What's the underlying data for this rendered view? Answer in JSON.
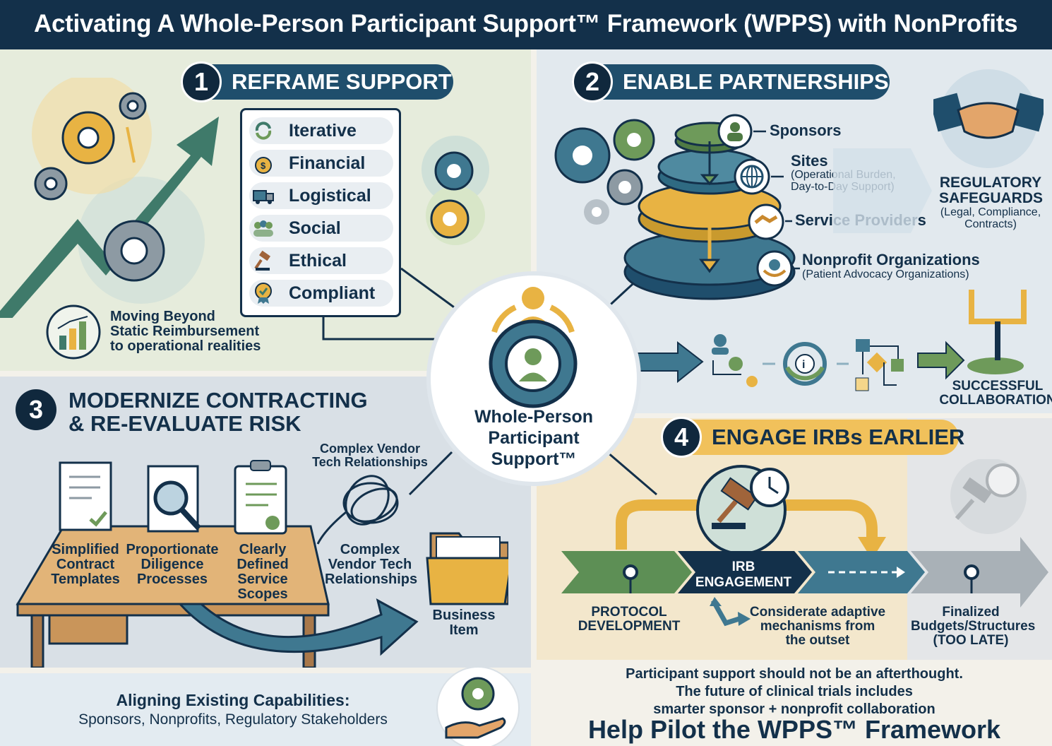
{
  "header": {
    "title": "Activating A Whole-Person Participant Support™ Framework (WPPS) with NonProfits"
  },
  "section1": {
    "number": "1",
    "title": "REFRAME SUPPORT",
    "items": [
      {
        "label": "Iterative",
        "icon": "refresh-icon"
      },
      {
        "label": "Financial",
        "icon": "money-bag-icon"
      },
      {
        "label": "Logistical",
        "icon": "truck-icon"
      },
      {
        "label": "Social",
        "icon": "people-icon"
      },
      {
        "label": "Ethical",
        "icon": "gavel-icon"
      },
      {
        "label": "Compliant",
        "icon": "badge-check-icon"
      }
    ],
    "caption": [
      "Moving Beyond",
      "Static Reimbursement",
      "to operational realities"
    ]
  },
  "section2": {
    "number": "2",
    "title": "ENABLE PARTNERSHIPS",
    "layers": {
      "sponsors": "Sponsors",
      "sites": "Sites",
      "sites_note_1": "(Operational Burden,",
      "sites_note_2": "Day-to-Day Support)",
      "service_providers": "Service Providers",
      "nonprofits": "Nonprofit Organizations",
      "nonprofits_note": "(Patient Advocacy Organizations)"
    },
    "regulatory": {
      "title_1": "REGULATORY",
      "title_2": "SAFEGUARDS",
      "note_1": "(Legal, Compliance,",
      "note_2": "Contracts)"
    },
    "outcome_1": "SUCCESSFUL",
    "outcome_2": "COLLABORATION"
  },
  "hub": {
    "title_1": "Whole-Person",
    "title_2": "Participant Support™"
  },
  "section3": {
    "number": "3",
    "title_1": "MODERNIZE CONTRACTING",
    "title_2": "& RE-EVALUATE RISK",
    "vendor_top_1": "Complex Vendor",
    "vendor_top_2": "Tech Relationships",
    "items": [
      {
        "l1": "Simplified",
        "l2": "Contract",
        "l3": "Templates"
      },
      {
        "l1": "Proportionate",
        "l2": "Diligence",
        "l3": "Processes"
      },
      {
        "l1": "Clearly",
        "l2": "Defined",
        "l3": "Service Scopes"
      },
      {
        "l1": "Complex",
        "l2": "Vendor Tech",
        "l3": "Relationships"
      }
    ],
    "business_1": "Business",
    "business_2": "Item"
  },
  "section4": {
    "number": "4",
    "title": "ENGAGE IRBs EARLIER",
    "irb_1": "IRB",
    "irb_2": "ENGAGEMENT",
    "protocol_1": "PROTOCOL",
    "protocol_2": "DEVELOPMENT",
    "adaptive_1": "Considerate adaptive",
    "adaptive_2": "mechanisms from",
    "adaptive_3": "the outset",
    "final_1": "Finalized",
    "final_2": "Budgets/Structures",
    "final_3": "(TOO LATE)"
  },
  "footer": {
    "left_title": "Aligning Existing Capabilities:",
    "left_sub": "Sponsors, Nonprofits, Regulatory Stakeholders",
    "right_1": "Participant support should not be an afterthought.",
    "right_2": "The future of clinical trials includes",
    "right_3": "smarter sponsor + nonprofit collaboration",
    "cta": "Help Pilot the WPPS™ Framework"
  },
  "colors": {
    "navy": "#13304a",
    "teal": "#3f7890",
    "green": "#6e9a5a",
    "gold": "#e8b343",
    "olive": "#9bb08a"
  }
}
